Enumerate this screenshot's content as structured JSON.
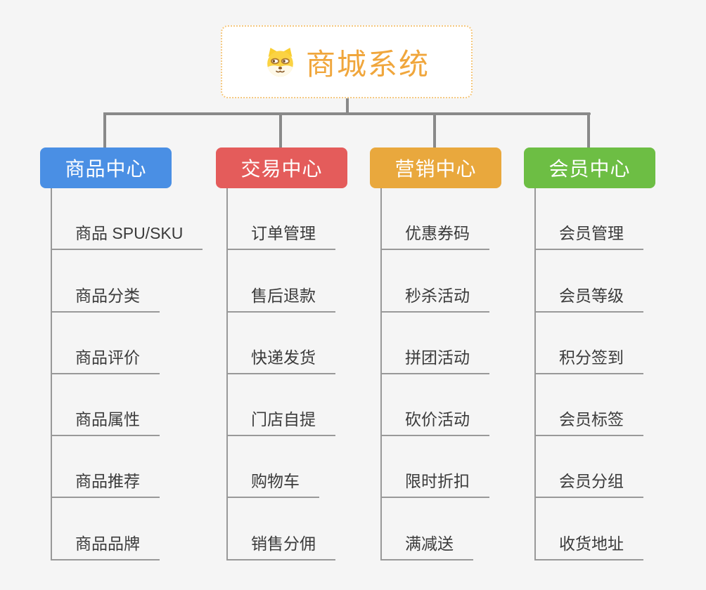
{
  "canvas": {
    "background": "#F5F5F5"
  },
  "root": {
    "title": "商城系统",
    "title_color": "#F0A63C",
    "border_color": "#F5C87E",
    "icon": "dog-face-icon"
  },
  "connector_color": "#898989",
  "item_line_color": "#999999",
  "item_text_color": "#3B3B3B",
  "branches": [
    {
      "label": "商品中心",
      "color": "#4A8FE4",
      "items": [
        "商品 SPU/SKU",
        "商品分类",
        "商品评价",
        "商品属性",
        "商品推荐",
        "商品品牌"
      ]
    },
    {
      "label": "交易中心",
      "color": "#E45C5B",
      "items": [
        "订单管理",
        "售后退款",
        "快递发货",
        "门店自提",
        "购物车",
        "销售分佣"
      ]
    },
    {
      "label": "营销中心",
      "color": "#E9A83D",
      "items": [
        "优惠券码",
        "秒杀活动",
        "拼团活动",
        "砍价活动",
        "限时折扣",
        "满减送"
      ]
    },
    {
      "label": "会员中心",
      "color": "#6DBE44",
      "items": [
        "会员管理",
        "会员等级",
        "积分签到",
        "会员标签",
        "会员分组",
        "收货地址"
      ]
    }
  ]
}
